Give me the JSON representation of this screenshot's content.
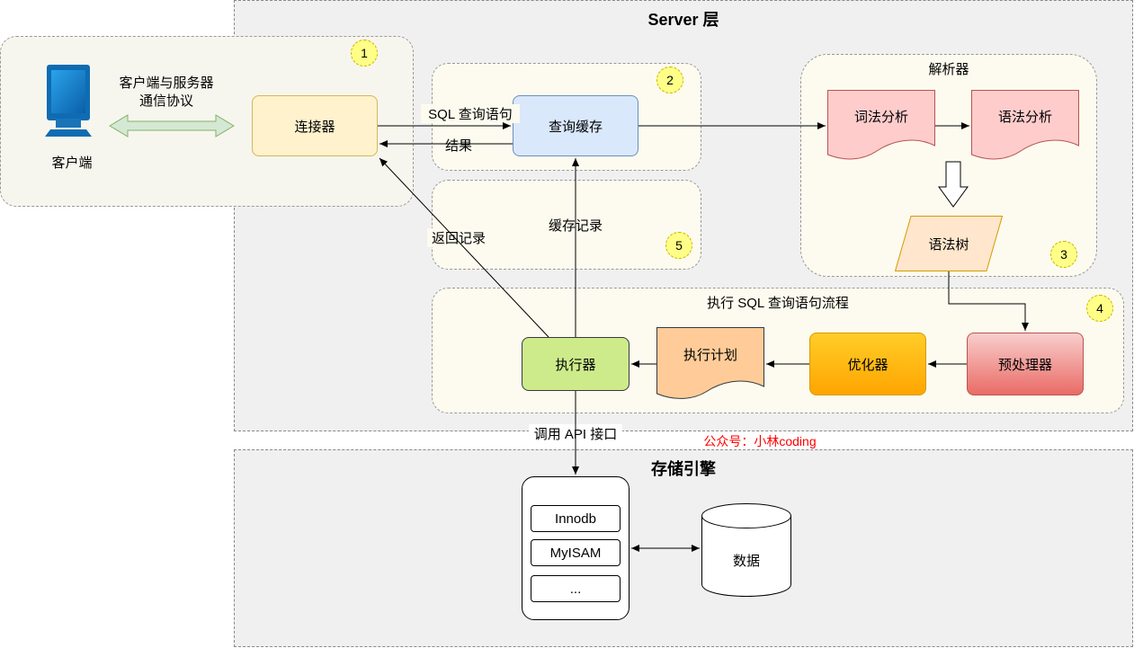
{
  "server_layer": {
    "title": "Server 层"
  },
  "storage_layer": {
    "title": "存储引擎"
  },
  "client": {
    "label": "客户端",
    "protocol_line1": "客户端与服务器",
    "protocol_line2": "通信协议",
    "icon": "monitor-icon"
  },
  "badges": [
    "1",
    "2",
    "3",
    "4",
    "5"
  ],
  "nodes": {
    "connector": "连接器",
    "query_cache": "查询缓存",
    "parser_group": "解析器",
    "lexical": "词法分析",
    "syntax": "语法分析",
    "syntax_tree": "语法树",
    "exec_group": "执行 SQL 查询语句流程",
    "preprocessor": "预处理器",
    "optimizer": "优化器",
    "exec_plan": "执行计划",
    "executor": "执行器"
  },
  "edges": {
    "sql_query": "SQL 查询语句",
    "result": "结果",
    "return_records": "返回记录",
    "cache_records": "缓存记录",
    "call_api": "调用 API 接口"
  },
  "engines": [
    "Innodb",
    "MyISAM",
    "..."
  ],
  "data_store": "数据",
  "watermark": "公众号：小林coding",
  "colors": {
    "connector": "#fff2cc",
    "query_cache": "#dae8fc",
    "lexical": "#ffcccc",
    "syntax_tree": "#ffe6cc",
    "preprocessor": "#f8cecc",
    "optimizer": "#ffcd28",
    "exec_plan": "#ffcc99",
    "executor": "#cdeb8b",
    "watermark": "#ff0000",
    "protocol_arrow": "#d5e8d4"
  }
}
